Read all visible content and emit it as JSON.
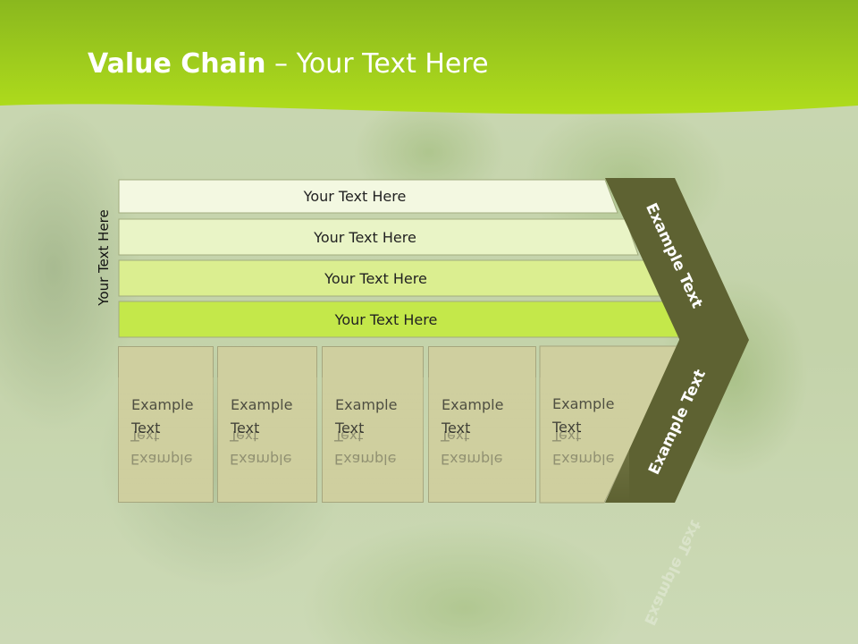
{
  "slide": {
    "title_bold": "Value Chain",
    "title_rest": " – Your Text Here",
    "vertical_label": "Your Text Here"
  },
  "layers": [
    {
      "label": "Your Text Here",
      "color": "#f3f8e1"
    },
    {
      "label": "Your Text Here",
      "color": "#e9f4c6"
    },
    {
      "label": "Your Text Here",
      "color": "#dbee90"
    },
    {
      "label": "Your Text Here",
      "color": "#c4e84a"
    }
  ],
  "columns": [
    {
      "text": "Example\nText"
    },
    {
      "text": "Example\nText"
    },
    {
      "text": "Example\nText"
    },
    {
      "text": "Example\nText"
    },
    {
      "text": "Example\nText"
    }
  ],
  "chevron": {
    "upper_label": "Example Text",
    "lower_label": "Example Text",
    "color": "#5e6232"
  },
  "colors": {
    "title_band": "#a4d21e",
    "column_fill": "#cfcf9f"
  }
}
